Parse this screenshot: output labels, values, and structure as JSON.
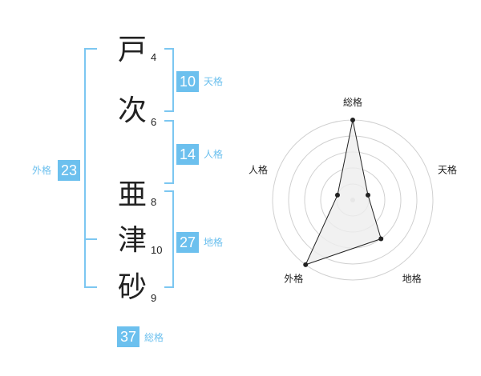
{
  "name": {
    "characters": [
      {
        "char": "戸",
        "strokes": "4"
      },
      {
        "char": "次",
        "strokes": "6"
      },
      {
        "char": "亜",
        "strokes": "8"
      },
      {
        "char": "津",
        "strokes": "10"
      },
      {
        "char": "砂",
        "strokes": "9"
      }
    ]
  },
  "fortune": {
    "tenkaku": {
      "value": "10",
      "label": "天格"
    },
    "jinkaku": {
      "value": "14",
      "label": "人格"
    },
    "chikaku": {
      "value": "27",
      "label": "地格"
    },
    "gaikaku": {
      "value": "23",
      "label": "外格"
    },
    "soukaku": {
      "value": "37",
      "label": "総格"
    }
  },
  "radar": {
    "axes": [
      "総格",
      "天格",
      "地格",
      "外格",
      "人格"
    ],
    "levels": 5,
    "values": [
      5,
      1,
      3,
      5,
      1
    ]
  },
  "colors": {
    "accent": "#6cc0ee",
    "bracket": "#7cc7f1",
    "grid": "#d0d0d0",
    "fill": "#eeeeee",
    "line": "#222222"
  }
}
